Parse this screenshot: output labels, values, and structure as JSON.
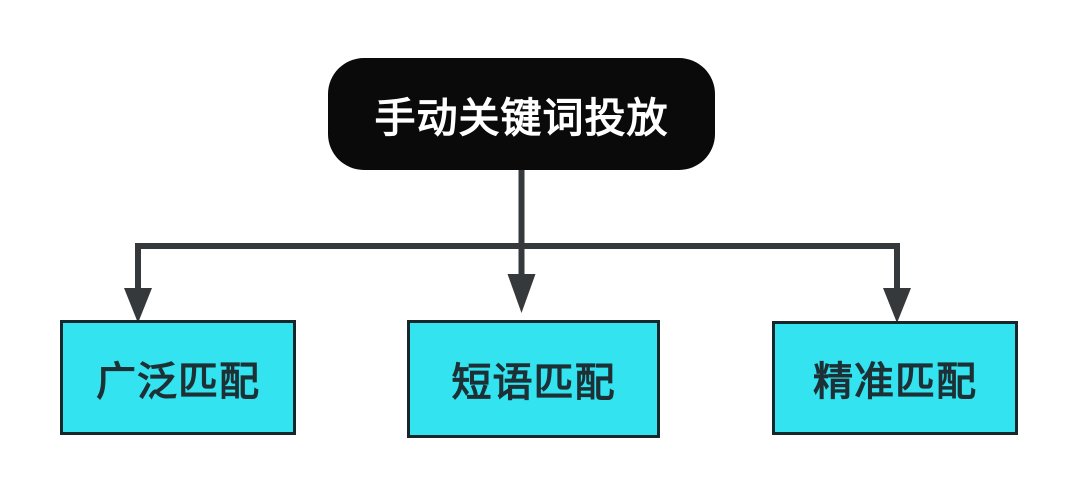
{
  "diagram": {
    "root_node": {
      "label": "手动关键词投放"
    },
    "children": [
      {
        "label": "广泛匹配"
      },
      {
        "label": "短语匹配"
      },
      {
        "label": "精准匹配"
      }
    ],
    "colors": {
      "canvas_bg": "#ffffff",
      "root_bg": "#0a0a0a",
      "root_text": "#ffffff",
      "child_bg": "#33e3ef",
      "child_border": "#16272b",
      "child_text": "#1c3035",
      "connector": "#36393b"
    }
  }
}
